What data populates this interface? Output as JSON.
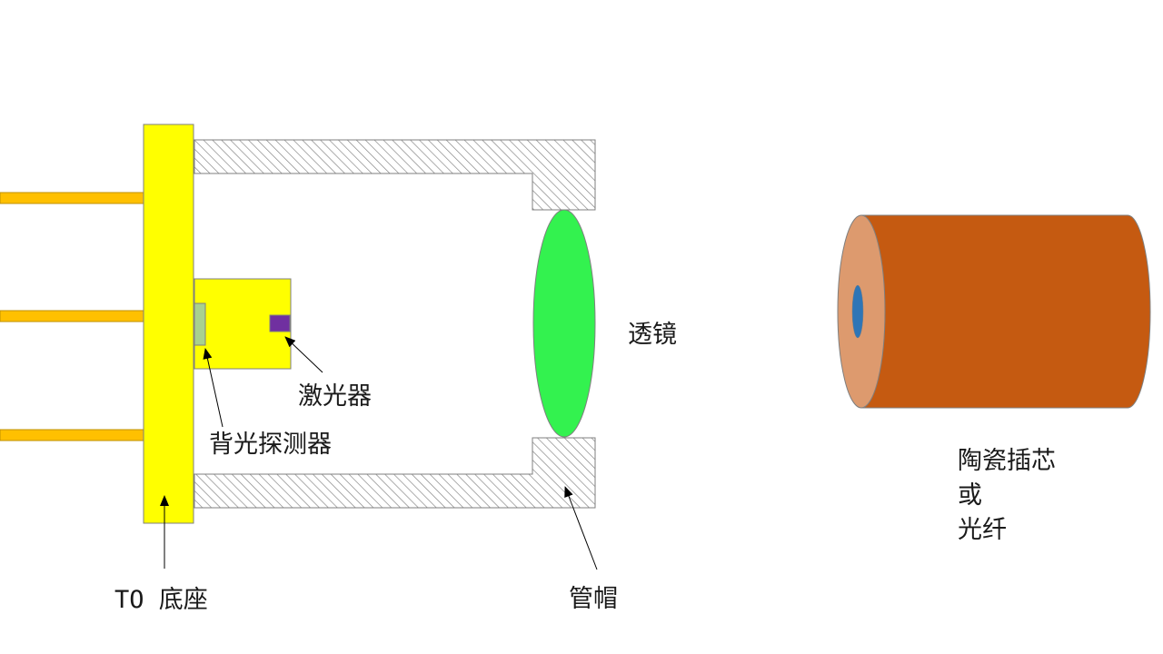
{
  "labels": {
    "to_base": "TO 底座",
    "back_detector": "背光探测器",
    "laser": "激光器",
    "lens": "透镜",
    "cap": "管帽",
    "ferrule_line1": "陶瓷插芯",
    "ferrule_line2": "或",
    "ferrule_line3": "光纤"
  },
  "colors": {
    "base": "#ffff00",
    "pins": "#ffc000",
    "lens": "#33f24f",
    "laser": "#7030a0",
    "detector": "#a9d18e",
    "ferrule_body": "#c55a11",
    "ferrule_face": "#dd9a6e",
    "fiber_core": "#2e75b6",
    "hatch": "#7f7f7f"
  }
}
